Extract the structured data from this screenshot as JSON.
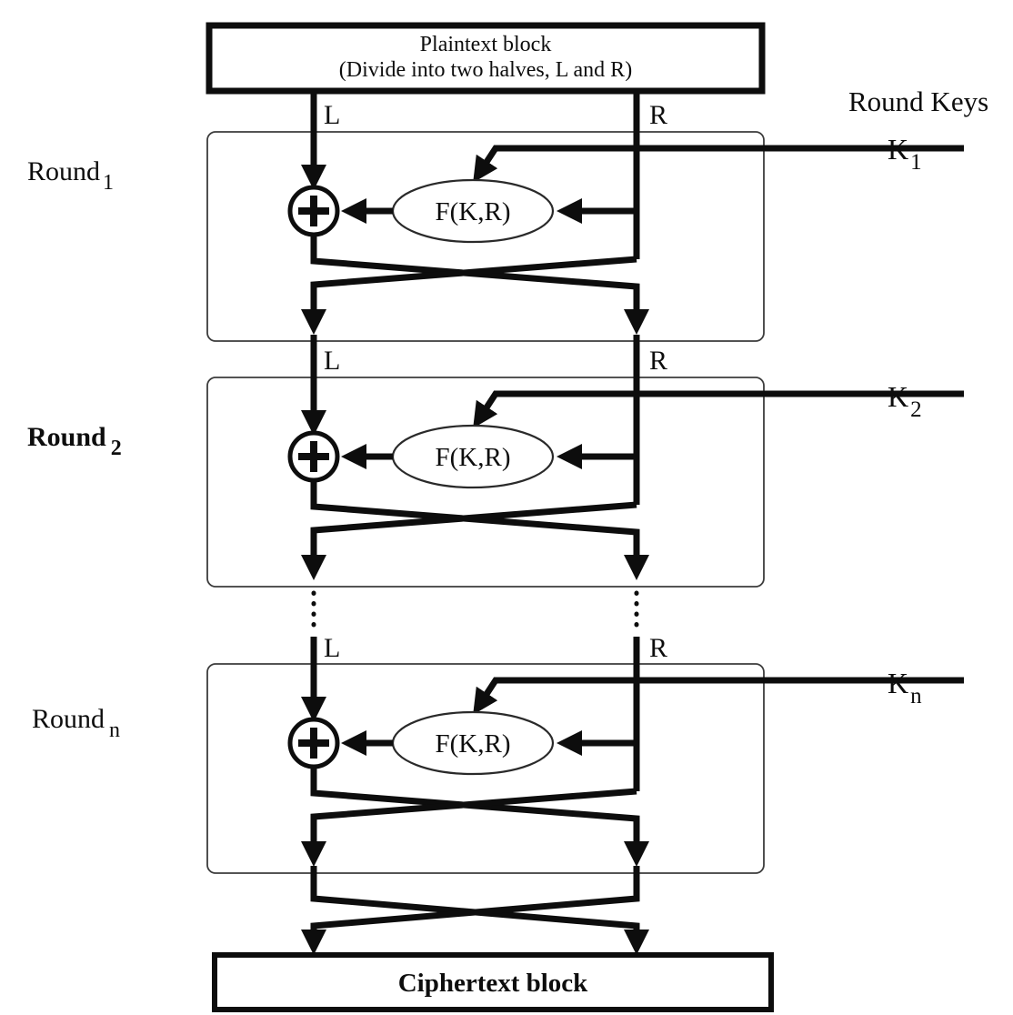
{
  "diagram": {
    "plaintext_box": {
      "title": "Plaintext block",
      "subtitle": "(Divide into two halves, L and R)"
    },
    "round_keys_heading": "Round Keys",
    "ciphertext_box": {
      "label": "Ciphertext block"
    },
    "rounds": [
      {
        "name": "Round",
        "index": "1",
        "key_name": "K",
        "key_index": "1",
        "left_label": "L",
        "right_label": "R",
        "function_label": "F(K,R)"
      },
      {
        "name": "Round",
        "index": "2",
        "key_name": "K",
        "key_index": "2",
        "left_label": "L",
        "right_label": "R",
        "function_label": "F(K,R)"
      },
      {
        "name": "Round",
        "index": "n",
        "key_name": "K",
        "key_index": "n",
        "left_label": "L",
        "right_label": "R",
        "function_label": "F(K,R)"
      }
    ]
  }
}
